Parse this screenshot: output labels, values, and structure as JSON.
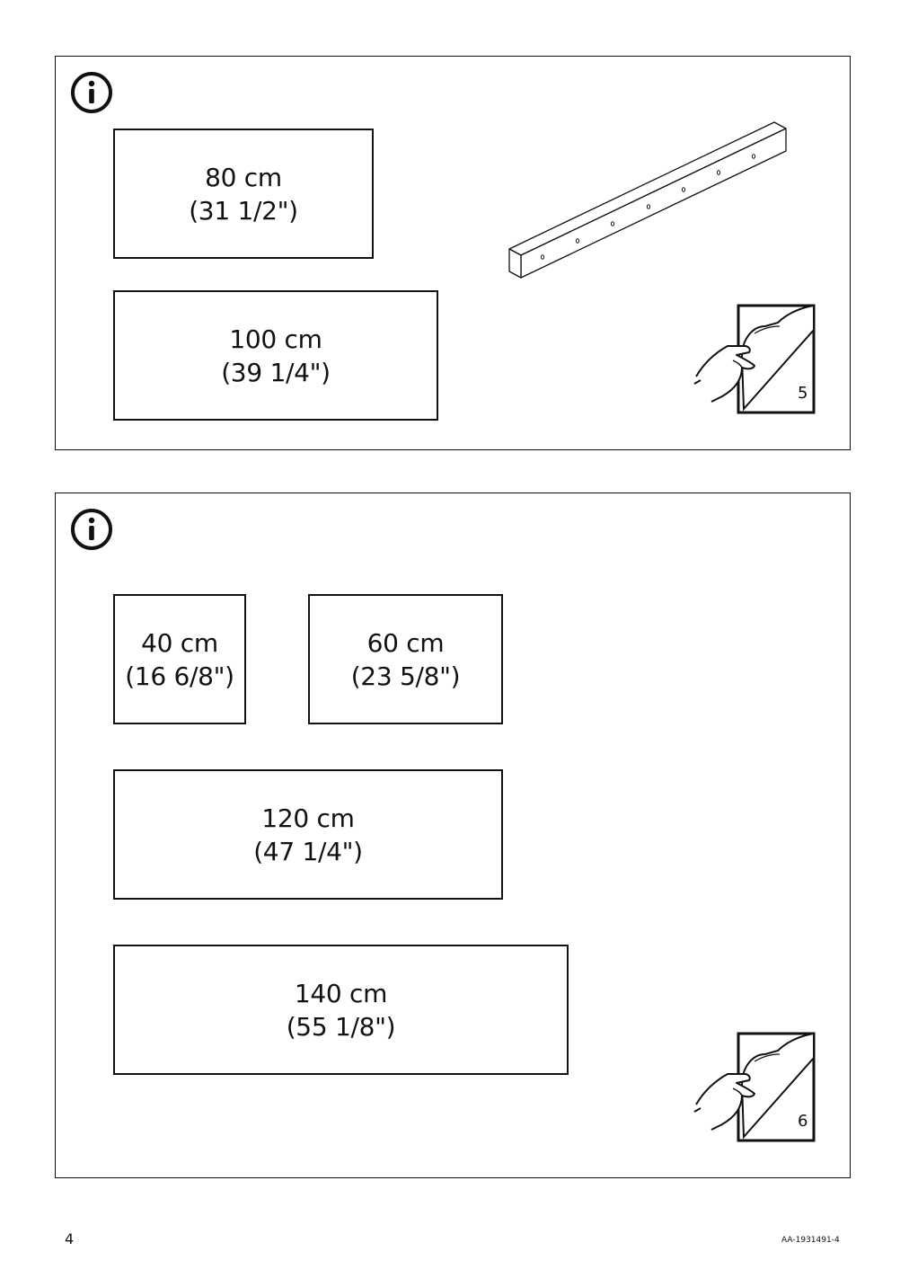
{
  "panel1": {
    "icon": "info-icon",
    "measures": [
      {
        "metric": "80 cm",
        "imperial": "(31 1/2\")"
      },
      {
        "metric": "100 cm",
        "imperial": "(39 1/4\")"
      }
    ],
    "rail_icon": "wooden-rail-with-holes",
    "sticker": {
      "icon": "peel-sticker-hand-icon",
      "number": "5"
    }
  },
  "panel2": {
    "icon": "info-icon",
    "measures": [
      {
        "metric": "40 cm",
        "imperial": "(16 6/8\")"
      },
      {
        "metric": "60 cm",
        "imperial": "(23 5/8\")"
      },
      {
        "metric": "120 cm",
        "imperial": "(47 1/4\")"
      },
      {
        "metric": "140 cm",
        "imperial": "(55 1/8\")"
      }
    ],
    "sticker": {
      "icon": "peel-sticker-hand-icon",
      "number": "6"
    }
  },
  "footer": {
    "page_number": "4",
    "document_code": "AA-1931491-4"
  }
}
